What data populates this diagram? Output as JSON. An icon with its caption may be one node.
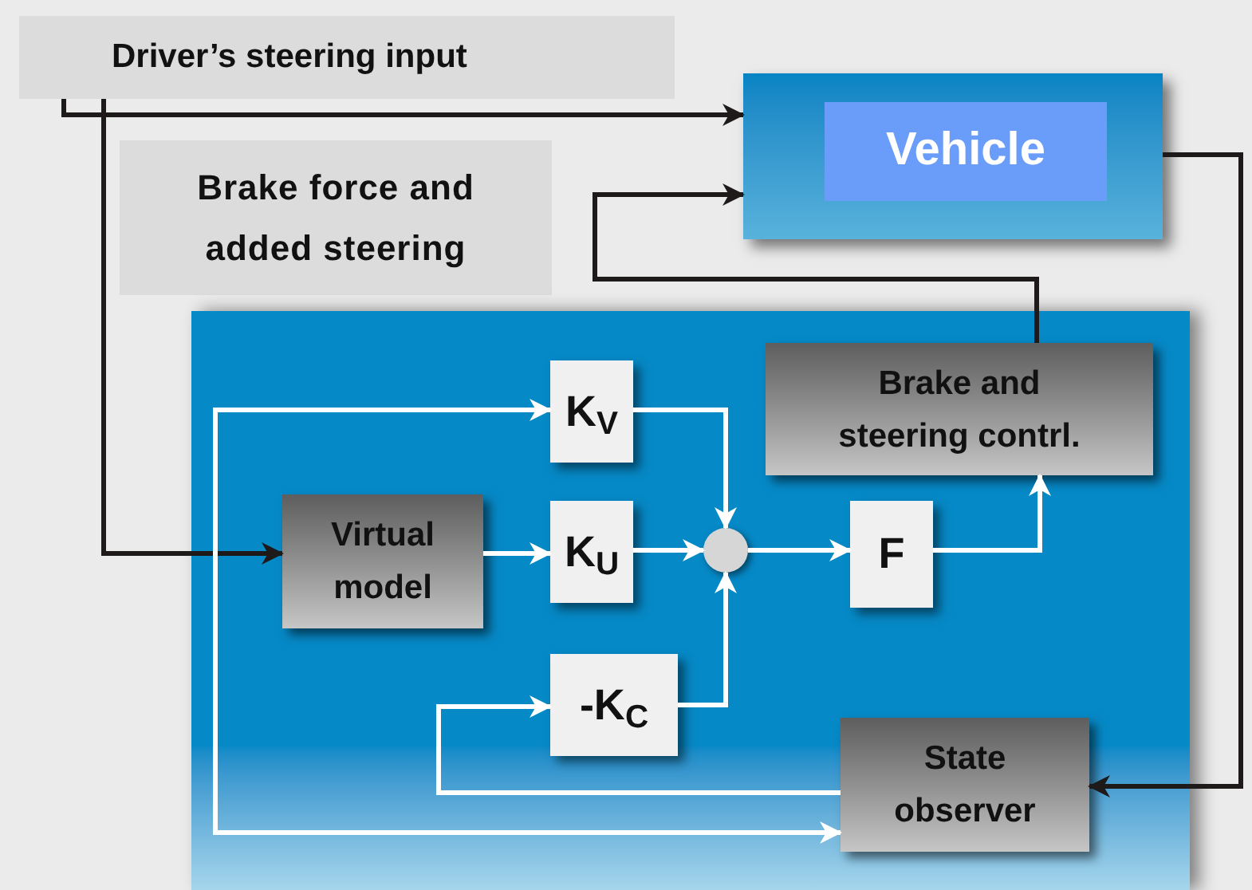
{
  "diagram": {
    "nodes": [
      {
        "text": [
          "Driver’s steering input"
        ]
      },
      {
        "text": [],
        "shape": "box"
      },
      {
        "text": [
          "Vehicle"
        ],
        "in": 1
      },
      {
        "text": [
          "Brake force and added steering"
        ]
      },
      {
        "text": [],
        "shape": "box"
      },
      {
        "text": [
          "K$_{V}$"
        ],
        "in": 4
      },
      {
        "text": [
          "Brake and steering contrl."
        ],
        "in": 4
      },
      {
        "text": [
          "Virtual model"
        ],
        "in": 4
      },
      {
        "text": [
          "K$_{U}$"
        ],
        "in": 4
      },
      {
        "text": [],
        "shape": "circle",
        "in": 4
      },
      {
        "text": [
          "F"
        ],
        "in": 4
      },
      {
        "text": [
          "-K$_{C}$"
        ],
        "in": 4
      },
      {
        "text": [
          "State observer"
        ],
        "in": 4
      }
    ],
    "edges": [
      {
        "from": 0,
        "to": 1,
        "arrow": "to",
        "color": "#1e1a1a"
      },
      {
        "from": 0,
        "to": 7,
        "arrow": "to",
        "color": "#1e1a1a"
      },
      {
        "from": 6,
        "to": 1,
        "arrow": "to",
        "color": "#1e1a1a"
      },
      {
        "from": 1,
        "to": 12,
        "arrow": "to",
        "color": "#1e1a1a"
      },
      {
        "from": 7,
        "to": 8,
        "arrow": "to"
      },
      {
        "from": 8,
        "to": 9,
        "arrow": "to"
      },
      {
        "from": 5,
        "to": 9,
        "arrow": "to"
      },
      {
        "from": 11,
        "to": 9,
        "arrow": "to"
      },
      {
        "from": 9,
        "to": 10,
        "arrow": "to"
      },
      {
        "from": 10,
        "to": 6,
        "arrow": "to"
      },
      {
        "from": 12,
        "to": 11,
        "arrow": "to"
      },
      {
        "from": 5,
        "to": 12,
        "arrow": "both"
      }
    ]
  }
}
